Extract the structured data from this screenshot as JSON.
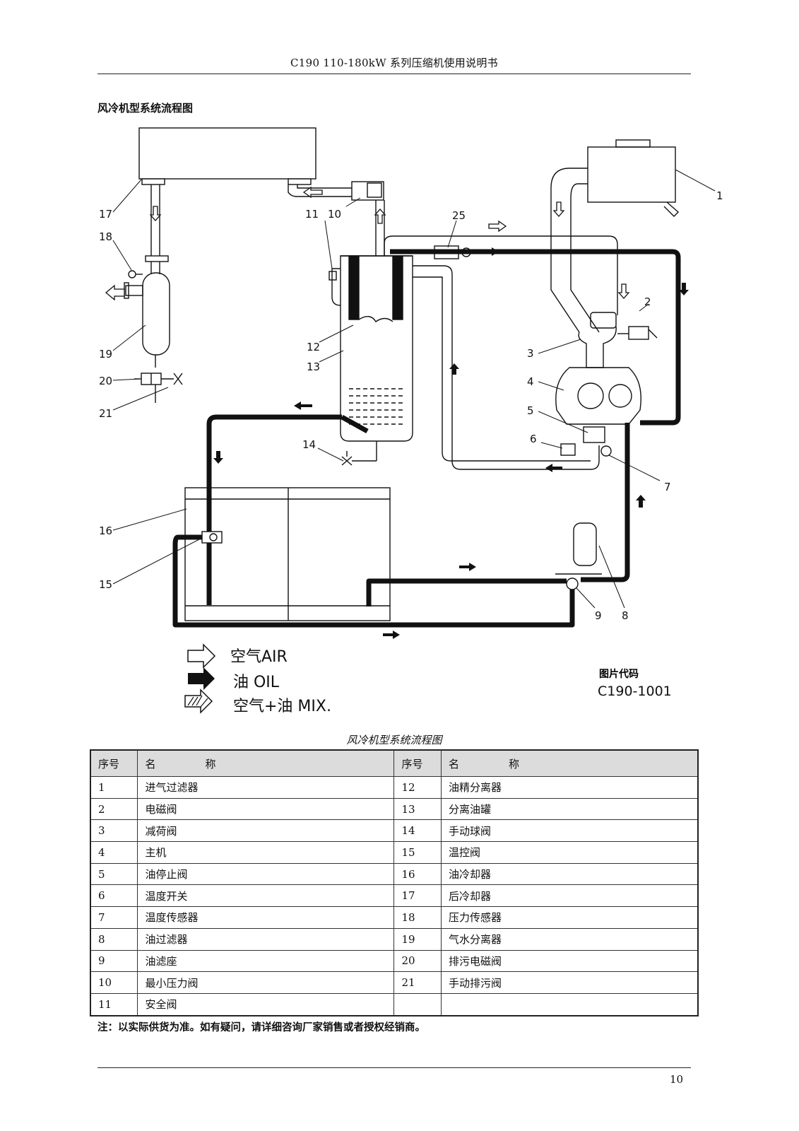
{
  "header": {
    "title": "C190 110-180kW 系列压缩机使用说明书"
  },
  "section_title": "风冷机型系统流程图",
  "diagram": {
    "callouts": [
      "1",
      "2",
      "3",
      "4",
      "5",
      "6",
      "7",
      "8",
      "9",
      "10",
      "11",
      "12",
      "13",
      "14",
      "15",
      "16",
      "17",
      "18",
      "19",
      "20",
      "21",
      "25"
    ],
    "legend": {
      "air": "空气AIR",
      "oil": "油 OIL",
      "mix": "空气+油 MIX."
    },
    "code_label": "图片代码",
    "code_value": "C190-1001"
  },
  "caption": "风冷机型系统流程图",
  "table": {
    "headers": {
      "no": "序号",
      "name_a": "名",
      "name_b": "称"
    },
    "rows": [
      {
        "no_left": "1",
        "name_left": "进气过滤器",
        "no_right": "12",
        "name_right": "油精分离器"
      },
      {
        "no_left": "2",
        "name_left": "电磁阀",
        "no_right": "13",
        "name_right": "分离油罐"
      },
      {
        "no_left": "3",
        "name_left": "减荷阀",
        "no_right": "14",
        "name_right": "手动球阀"
      },
      {
        "no_left": "4",
        "name_left": "主机",
        "no_right": "15",
        "name_right": "温控阀"
      },
      {
        "no_left": "5",
        "name_left": "油停止阀",
        "no_right": "16",
        "name_right": "油冷却器"
      },
      {
        "no_left": "6",
        "name_left": "温度开关",
        "no_right": "17",
        "name_right": "后冷却器"
      },
      {
        "no_left": "7",
        "name_left": "温度传感器",
        "no_right": "18",
        "name_right": "压力传感器"
      },
      {
        "no_left": "8",
        "name_left": "油过滤器",
        "no_right": "19",
        "name_right": "气水分离器"
      },
      {
        "no_left": "9",
        "name_left": "油滤座",
        "no_right": "20",
        "name_right": "排污电磁阀"
      },
      {
        "no_left": "10",
        "name_left": "最小压力阀",
        "no_right": "21",
        "name_right": "手动排污阀"
      },
      {
        "no_left": "11",
        "name_left": "安全阀",
        "no_right": "",
        "name_right": ""
      }
    ]
  },
  "note": "注：以实际供货为准。如有疑问，请详细咨询厂家销售或者授权经销商。",
  "page_number": "10"
}
